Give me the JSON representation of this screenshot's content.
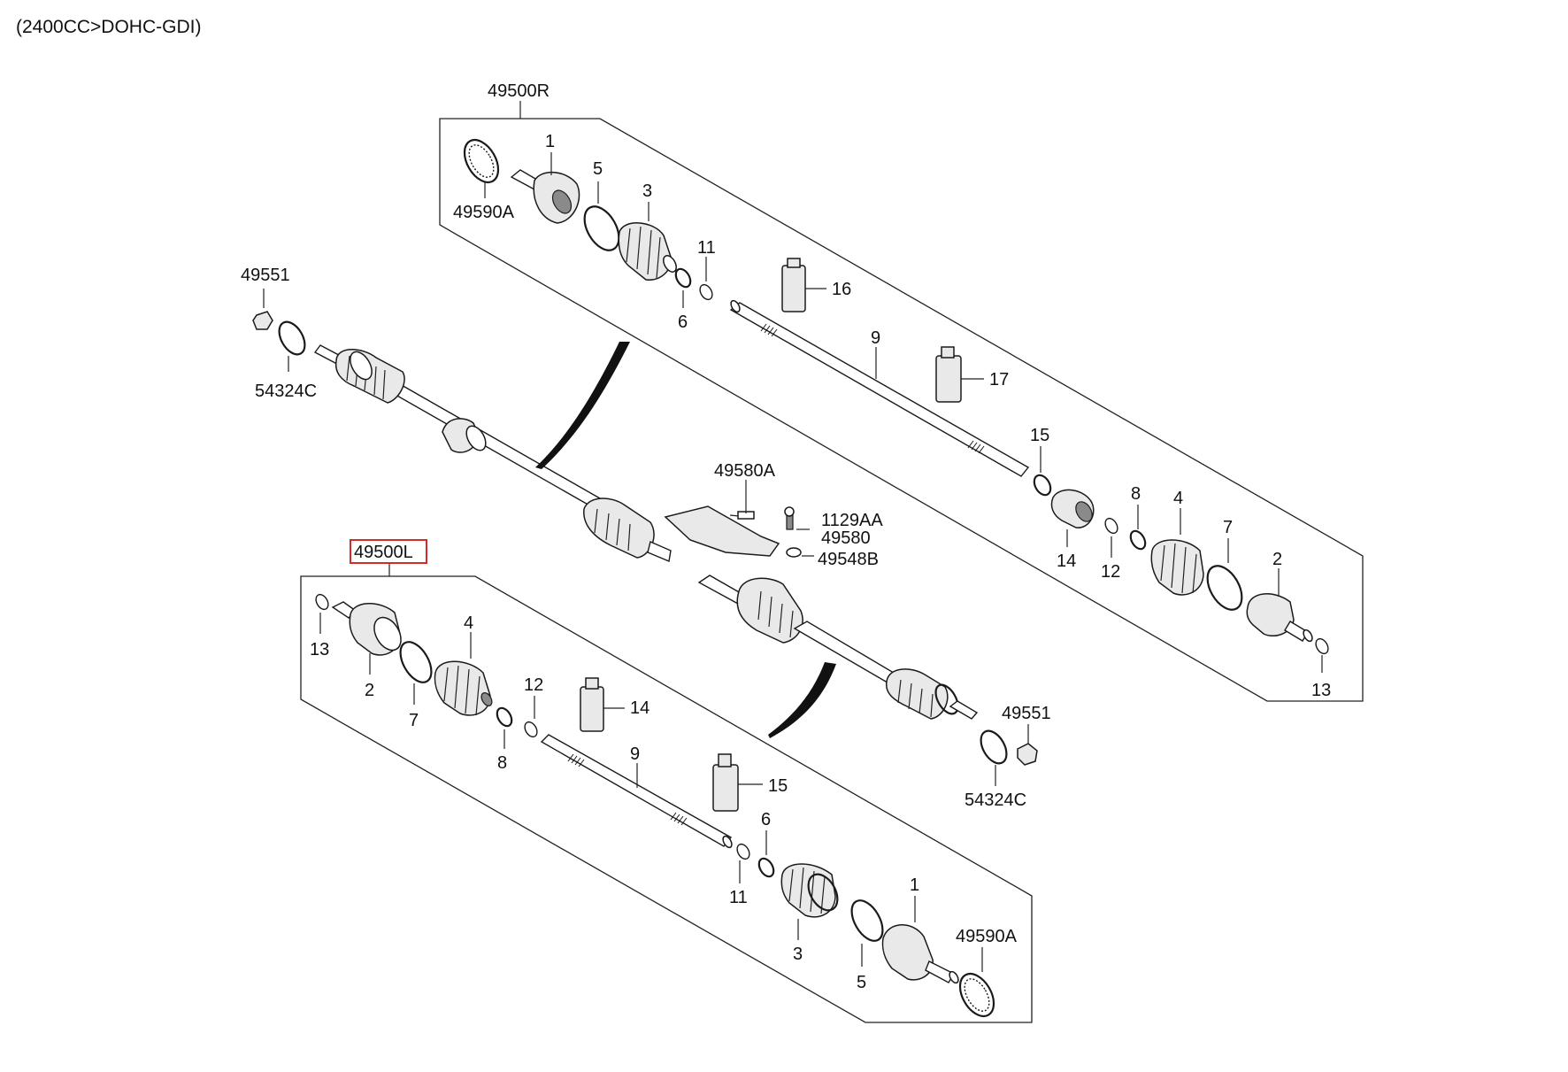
{
  "engine_note": "(2400CC>DOHC-GDI)",
  "assemblies": {
    "right": "49500R",
    "left": "49500L"
  },
  "labels": {
    "r_1": "1",
    "r_5": "5",
    "r_3": "3",
    "r_11": "11",
    "r_6": "6",
    "r_49590A": "49590A",
    "r_16": "16",
    "r_9": "9",
    "r_17": "17",
    "r_15": "15",
    "r_14": "14",
    "r_12": "12",
    "r_8": "8",
    "r_4": "4",
    "r_7": "7",
    "r_2": "2",
    "r_13": "13",
    "c_49551_top": "49551",
    "c_54324C_top": "54324C",
    "c_49580A": "49580A",
    "c_1129AA": "1129AA",
    "c_49580": "49580",
    "c_49548B": "49548B",
    "c_49551_bot": "49551",
    "c_54324C_bot": "54324C",
    "l_13": "13",
    "l_2": "2",
    "l_7": "7",
    "l_4": "4",
    "l_8": "8",
    "l_12": "12",
    "l_14": "14",
    "l_9": "9",
    "l_15": "15",
    "l_6": "6",
    "l_11": "11",
    "l_3": "3",
    "l_5": "5",
    "l_1": "1",
    "l_49590A": "49590A"
  },
  "highlight_color": "#d42a2a"
}
